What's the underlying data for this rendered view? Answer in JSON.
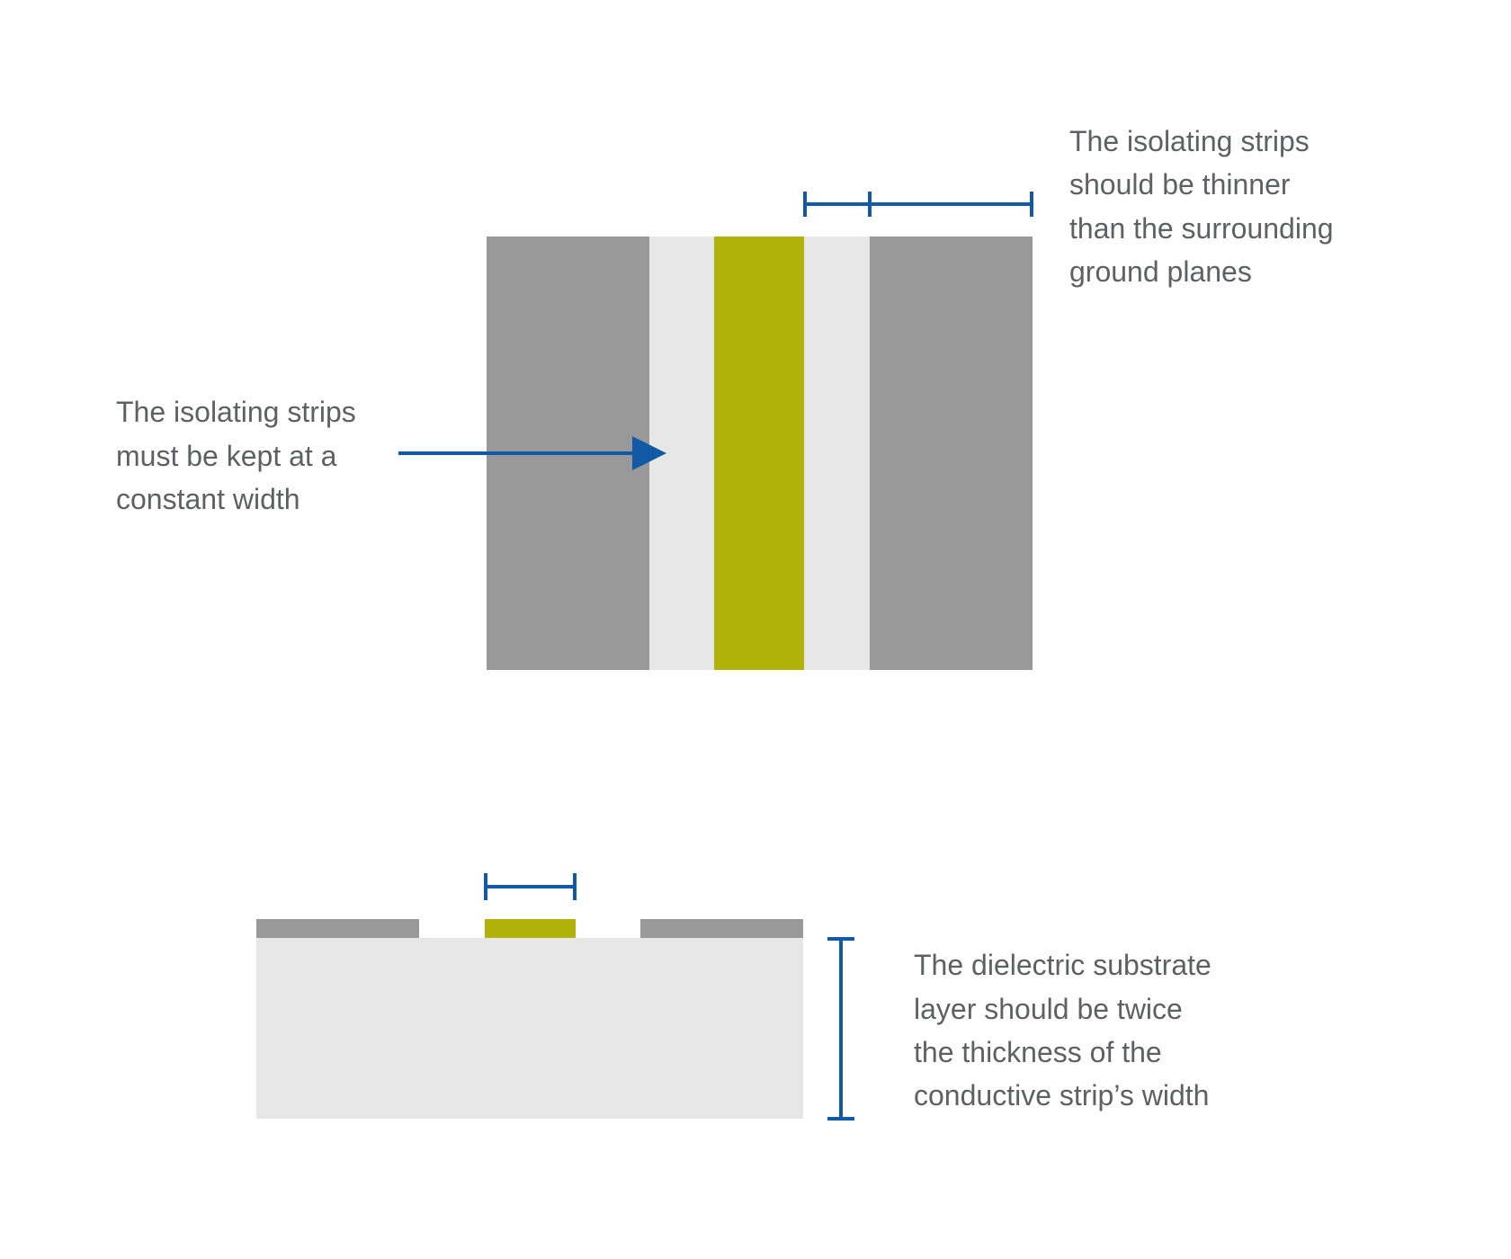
{
  "colors": {
    "ground": "#999999",
    "isolation": "#e7e7e7",
    "conductor": "#b0b109",
    "dimension": "#135aa6",
    "text": "#5f6064"
  },
  "annotations": {
    "top_right": [
      "The isolating strips",
      "should be thinner",
      "than the surrounding",
      "ground planes"
    ],
    "left": [
      "The isolating strips",
      "must be kept at a",
      "constant width"
    ],
    "bottom": [
      "The dielectric substrate",
      "layer should be twice",
      "the thickness of the",
      "conductive strip’s width"
    ]
  }
}
